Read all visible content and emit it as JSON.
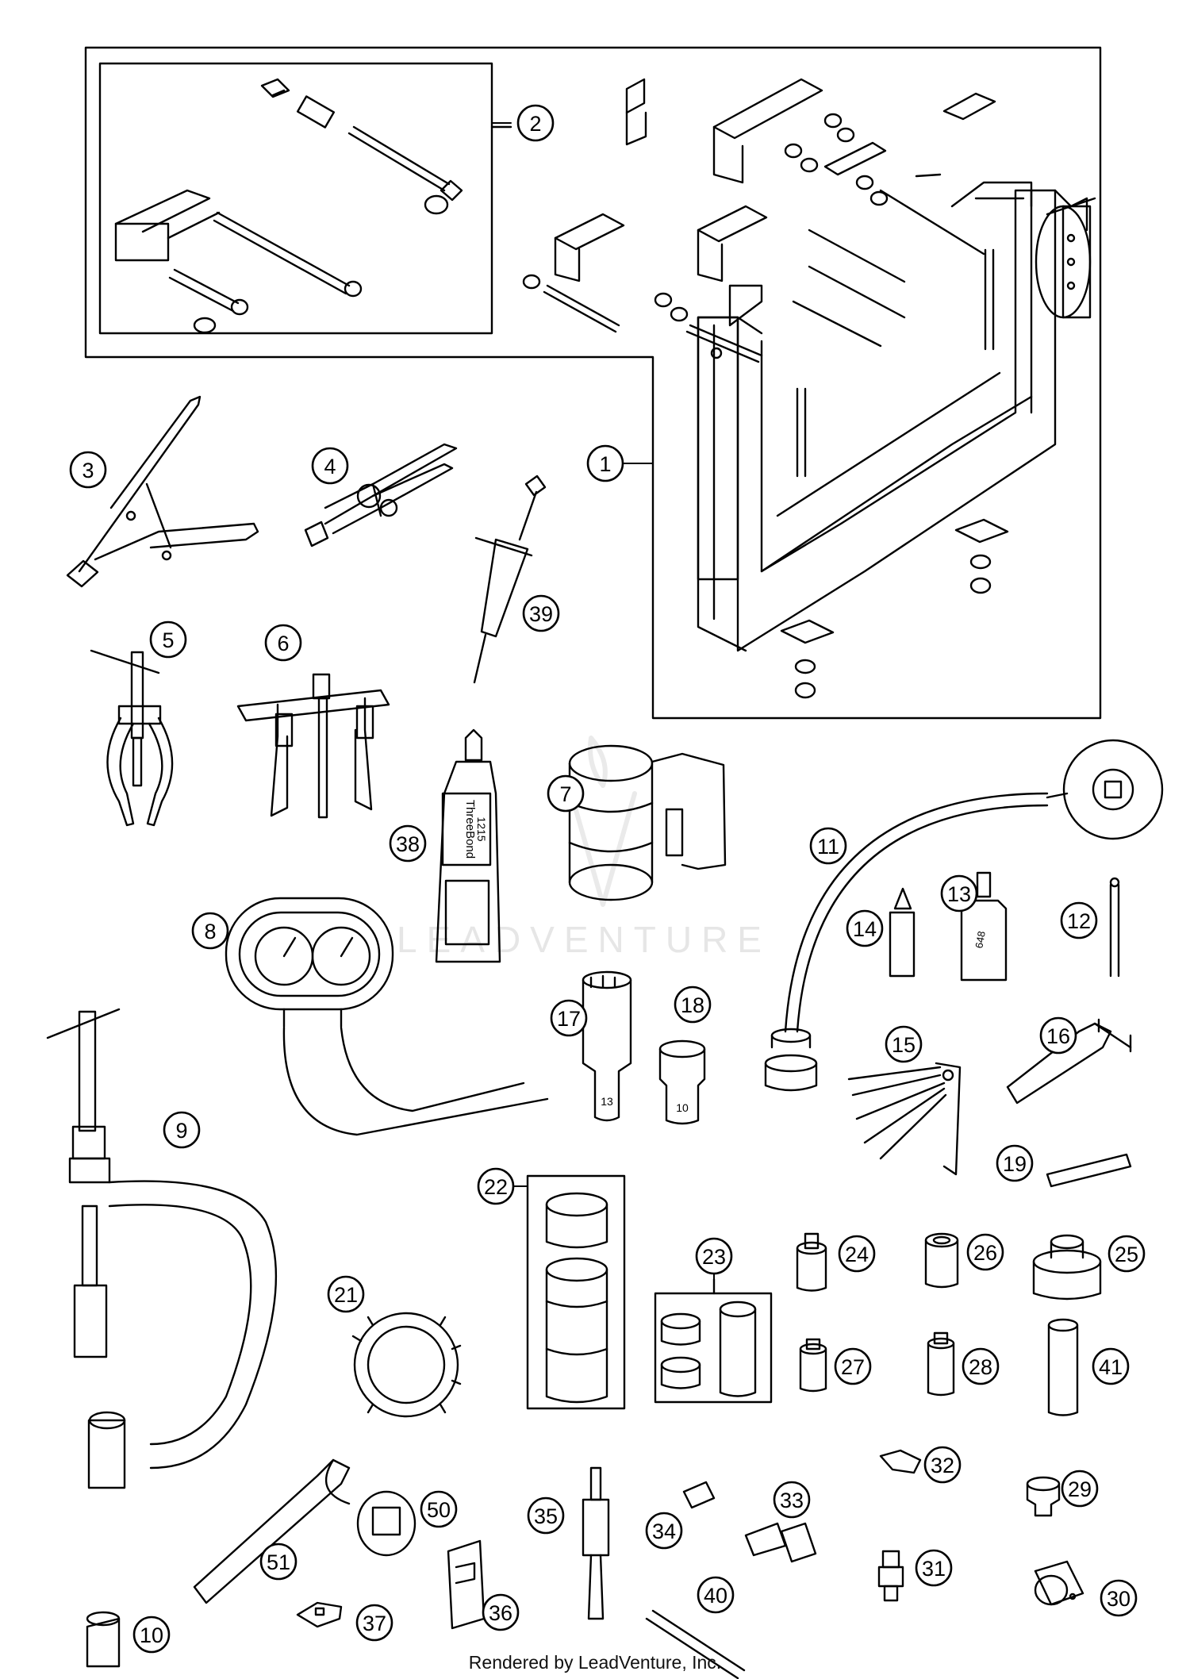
{
  "footer": "Rendered by LeadVenture, Inc.",
  "watermark": "LEADVENTURE",
  "colors": {
    "line": "#000000",
    "background": "#ffffff",
    "watermark": "#e6e6e6"
  },
  "part_labels": {
    "socket_13": "13",
    "socket_10": "10",
    "tube_brand": "ThreeBond",
    "tube_code": "1215",
    "bottle_code": "648"
  },
  "callouts": [
    "1",
    "2",
    "3",
    "4",
    "5",
    "6",
    "7",
    "8",
    "9",
    "10",
    "11",
    "12",
    "13",
    "14",
    "15",
    "16",
    "17",
    "18",
    "19",
    "21",
    "22",
    "23",
    "24",
    "25",
    "26",
    "27",
    "28",
    "29",
    "30",
    "31",
    "32",
    "33",
    "34",
    "35",
    "36",
    "37",
    "38",
    "39",
    "40",
    "41",
    "50",
    "51"
  ]
}
